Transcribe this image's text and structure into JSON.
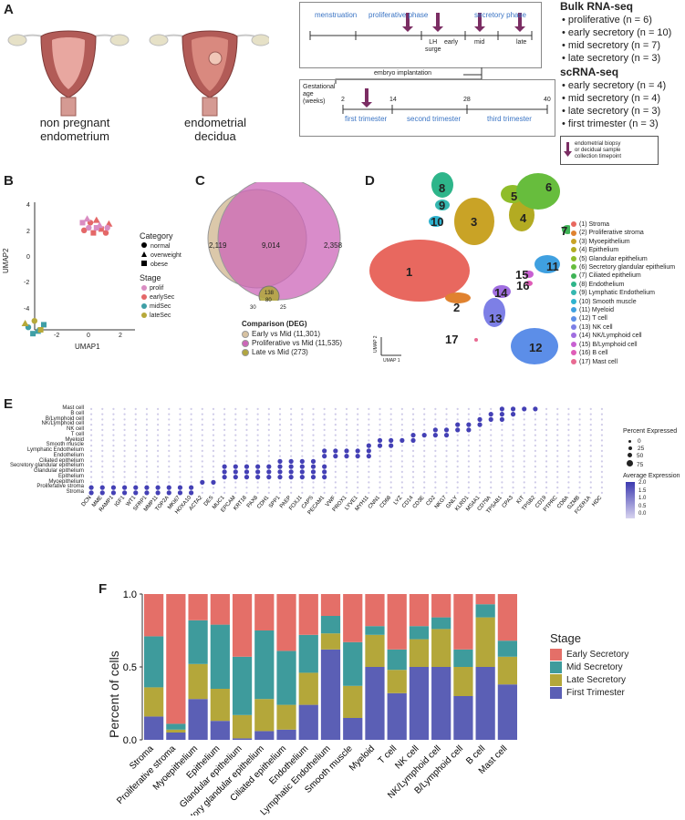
{
  "panels": {
    "A": "A",
    "B": "B",
    "C": "C",
    "D": "D",
    "E": "E",
    "F": "F"
  },
  "panelA": {
    "caption_left": [
      "non pregnant",
      "endometrium"
    ],
    "caption_right": [
      "endometrial",
      "decidua"
    ],
    "timeline": {
      "menstruation": "menstruation",
      "proliferative": "proliferative phase",
      "secretory": "secretory phase",
      "lh": [
        "LH",
        "surge"
      ],
      "early": "early",
      "mid": "mid",
      "late": "late",
      "implantation": "embryo implantation",
      "gest_label": [
        "Gestational",
        "age",
        "(weeks)"
      ],
      "weeks": [
        "2",
        "14",
        "28",
        "40"
      ],
      "first": "first trimester",
      "second": "second trimester",
      "third": "third trimester"
    },
    "bulk_title": "Bulk RNA-seq",
    "bulk_items": [
      "proliferative (n = 6)",
      "early secretory (n = 10)",
      "mid secretory (n = 7)",
      "late secretory (n = 3)"
    ],
    "sc_title": "scRNA-seq",
    "sc_items": [
      "early secretory (n = 4)",
      "mid secretory (n = 4)",
      "late secretory (n = 3)",
      "first trimester (n = 3)"
    ],
    "biopsy_note": [
      "endometrial biopsy",
      "or decidual sample",
      "collection timepoint"
    ]
  },
  "panelB": {
    "xlabel": "UMAP1",
    "ylabel": "UMAP2",
    "xticks": [
      "-2",
      "0",
      "2"
    ],
    "yticks": [
      "-4",
      "-2",
      "0",
      "2",
      "4"
    ],
    "category_title": "Category",
    "categories": [
      "normal",
      "overweight",
      "obese"
    ],
    "stage_title": "Stage",
    "stages": [
      "prolif",
      "earlySec",
      "midSec",
      "lateSec"
    ],
    "stage_colors": [
      "#d98cc2",
      "#e46868",
      "#3f9fa6",
      "#b7a93a"
    ]
  },
  "panelC": {
    "numbers": {
      "left": "2,119",
      "center": "9,014",
      "right": "2,358",
      "small_top": "138",
      "small_mid": "80",
      "small_left": "30",
      "small_right": "25"
    },
    "legend_title": "Comparison (DEG)",
    "legend": [
      "Early vs Mid (11,301)",
      "Proliferative vs Mid (11,535)",
      "Late vs Mid (273)"
    ],
    "colors": [
      "#d7c2a1",
      "#cc66b8",
      "#b1a640"
    ]
  },
  "panelD": {
    "xlabel": "UMAP 1",
    "ylabel": "UMAP 2",
    "clusters": [
      "(1) Stroma",
      "(2) Proliferative stroma",
      "(3) Myoepithelium",
      "(4) Epithelium",
      "(5) Glandular epithelium",
      "(6) Secretory glandular epithelium",
      "(7) Ciliated epithelium",
      "(8) Endothelium",
      "(9) Lymphatic Endothelium",
      "(10) Smooth muscle",
      "(11) Myeloid",
      "(12) T cell",
      "(13) NK cell",
      "(14) NK/Lymphoid cell",
      "(15) B/Lymphoid cell",
      "(16) B cell",
      "(17) Mast cell"
    ],
    "cluster_colors": [
      "#e8685f",
      "#e0822f",
      "#c9a326",
      "#b3ab22",
      "#8fbd2a",
      "#67bd3d",
      "#3fb356",
      "#2eb58a",
      "#35b7b0",
      "#2fb3cf",
      "#3fa0e0",
      "#5c8ee8",
      "#7d7fe6",
      "#a06ee0",
      "#c860d2",
      "#df5db8",
      "#e86a92"
    ],
    "map_numbers": [
      "1",
      "2",
      "3",
      "4",
      "5",
      "6",
      "7",
      "8",
      "9",
      "10",
      "11",
      "12",
      "13",
      "14",
      "15",
      "16",
      "17"
    ]
  },
  "panelE": {
    "rows": [
      "Mast cell",
      "B cell",
      "B/Lymphoid cell",
      "NK/Lymphoid cell",
      "NK cell",
      "T cell",
      "Myeloid",
      "Smooth muscle",
      "Lymphatic Endothelium",
      "Endothelium",
      "Ciliated epithelium",
      "Secretory glandular epithelium",
      "Glandular epithelium",
      "Epithelium",
      "Myoepithelium",
      "Proliferative stroma",
      "Stroma"
    ],
    "genes": [
      "DCN",
      "MME",
      "RAMP1",
      "IGF1",
      "WT1",
      "SFRP1",
      "MMP11",
      "TOP2A",
      "MKI67",
      "HOXA10",
      "ACTA2",
      "DES",
      "MUC1",
      "EPCAM",
      "KRT18",
      "PAX8",
      "CDH1",
      "SPP1",
      "PAEP",
      "FOXJ1",
      "CAPS",
      "PECAM1",
      "VWF",
      "PROX1",
      "LYVE1",
      "MYH11",
      "CNN1",
      "CD68",
      "LYZ",
      "CD14",
      "CD3E",
      "CD2",
      "NKG7",
      "GNLY",
      "KLRD1",
      "MS4A1",
      "CD79A",
      "TPSAB1",
      "CPA3",
      "KIT",
      "TPSB2",
      "CD19",
      "PTPRC",
      "CD8A",
      "GZMB",
      "FCER1A",
      "HDC"
    ],
    "pct_title": "Percent Expressed",
    "pct_values": [
      "0",
      "25",
      "50",
      "75"
    ],
    "avg_title": "Average Expression",
    "avg_ticks": [
      "2.0",
      "1.5",
      "1.0",
      "0.5",
      "0.0"
    ]
  },
  "chart_data": {
    "type": "bar",
    "ylabel": "Percent of cells",
    "yticks": [
      "0.0",
      "0.5",
      "1.0"
    ],
    "ylim": [
      0,
      1
    ],
    "categories": [
      "Stroma",
      "Proliferative stroma",
      "Myoepithelium",
      "Epithelium",
      "Glandular epithelium",
      "Secretory glandular epithelium",
      "Ciliated epithelium",
      "Endothelium",
      "Lymphatic Endothelium",
      "Smooth muscle",
      "Myeloid",
      "T cell",
      "NK cell",
      "NK/Lymphoid cell",
      "B/Lymphoid cell",
      "B cell",
      "Mast cell"
    ],
    "legend_title": "Stage",
    "series": [
      {
        "name": "First Trimester",
        "color": "#5b5fb5",
        "values": [
          0.16,
          0.05,
          0.28,
          0.13,
          0.01,
          0.06,
          0.07,
          0.24,
          0.62,
          0.15,
          0.5,
          0.32,
          0.5,
          0.5,
          0.3,
          0.5,
          0.38
        ]
      },
      {
        "name": "Late Secretory",
        "color": "#b4a73a",
        "values": [
          0.2,
          0.02,
          0.24,
          0.22,
          0.16,
          0.22,
          0.17,
          0.22,
          0.11,
          0.22,
          0.22,
          0.16,
          0.19,
          0.26,
          0.2,
          0.34,
          0.19
        ]
      },
      {
        "name": "Mid Secretory",
        "color": "#3e9b9c",
        "values": [
          0.35,
          0.04,
          0.3,
          0.44,
          0.4,
          0.47,
          0.37,
          0.26,
          0.12,
          0.3,
          0.06,
          0.14,
          0.09,
          0.08,
          0.12,
          0.09,
          0.11
        ]
      },
      {
        "name": "Early Secretory",
        "color": "#e46f68",
        "values": [
          0.29,
          0.89,
          0.18,
          0.21,
          0.43,
          0.25,
          0.39,
          0.28,
          0.15,
          0.33,
          0.22,
          0.38,
          0.22,
          0.16,
          0.38,
          0.07,
          0.32
        ]
      }
    ]
  }
}
